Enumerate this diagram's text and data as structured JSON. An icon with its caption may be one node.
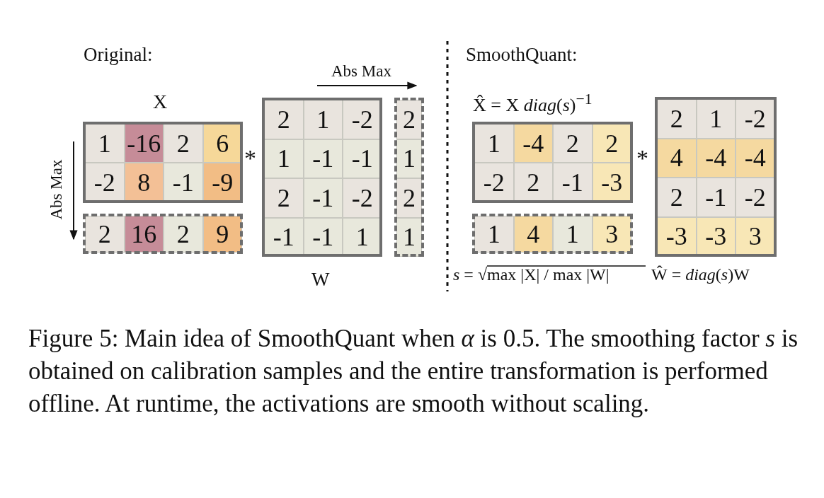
{
  "diagram": {
    "caption": "Figure 5: Main idea of SmoothQuant when *α* is 0.5. The smoothing factor *s* is obtained on calibration samples and the entire transformation is performed offline. At runtime, the activations are smooth without scaling.",
    "labels": [
      "Original:",
      "Abs Max",
      "X",
      "1",
      "-16",
      "2",
      "6",
      "-2",
      "8",
      "-1",
      "-9",
      "*",
      "Abs Max",
      "2",
      "16",
      "2",
      "9",
      "2",
      "1",
      "-2",
      "1",
      "-1",
      "-1",
      "2",
      "-1",
      "-2",
      "-1",
      "-1",
      "1",
      "2",
      "1",
      "2",
      "1",
      "W",
      "SmoothQuant:",
      "X̂ = X *diag*(*s*)$^{−1}$",
      "1",
      "-4",
      "2",
      "2",
      "-2",
      "2",
      "-1",
      "-3",
      "*",
      "1",
      "4",
      "1",
      "3",
      "2",
      "1",
      "-2",
      "4",
      "-4",
      "-4",
      "2",
      "-1",
      "-2",
      "-3",
      "-3",
      "3",
      "*s* = √max |X| / max |W|",
      "Ŵ = *diag*(*s*)W"
    ]
  }
}
